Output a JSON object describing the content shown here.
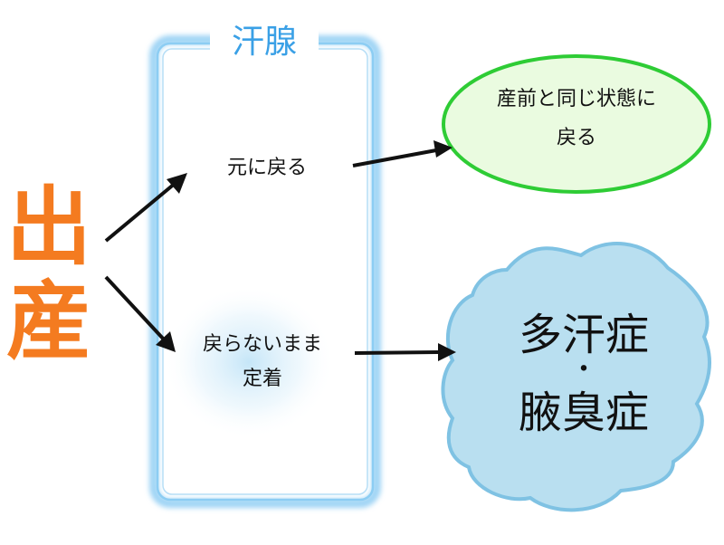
{
  "colors": {
    "source_orange": "#f47b20",
    "gland_label_blue": "#3aa0e6",
    "gland_glow_blue": "#9fd4f5",
    "restore_ellipse_fill": "#eafbe0",
    "restore_ellipse_stroke": "#2ecc35",
    "symptom_blob_fill": "#b9dff0",
    "symptom_blob_stroke": "#7fc2e3",
    "arrow_black": "#111111"
  },
  "source": {
    "label": "出産"
  },
  "gland": {
    "title": "汗腺",
    "state_return": "元に戻る",
    "state_fixed_line1": "戻らないまま",
    "state_fixed_line2": "定着"
  },
  "outcome_restored": {
    "line1": "産前と同じ状態に",
    "line2": "戻る"
  },
  "outcome_symptom": {
    "line1": "多汗症",
    "separator": "・",
    "line2": "腋臭症"
  }
}
